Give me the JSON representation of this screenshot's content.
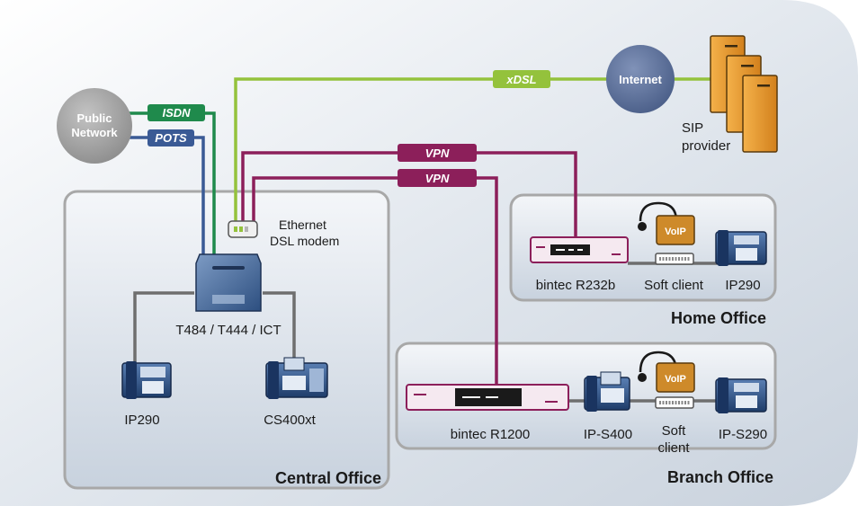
{
  "clouds": {
    "public_network": [
      "Public",
      "Network"
    ],
    "internet": "Internet"
  },
  "links": {
    "isdn": "ISDN",
    "pots": "POTS",
    "xdsl": "xDSL",
    "vpn_home": "VPN",
    "vpn_branch": "VPN"
  },
  "devices": {
    "sip_provider": [
      "SIP",
      "provider"
    ],
    "dsl_modem": [
      "Ethernet",
      "DSL modem"
    ],
    "central_pbx": "T484 / T444 / ICT",
    "central_phone_1": "IP290",
    "central_phone_2": "CS400xt",
    "home_router": "bintec R232b",
    "home_softclient": "Soft client",
    "home_phone": "IP290",
    "branch_router": "bintec R1200",
    "branch_phone_1": "IP-S400",
    "branch_softclient": [
      "Soft",
      "client"
    ],
    "branch_phone_2": "IP-S290",
    "voip_badge": "VoIP"
  },
  "offices": {
    "central": "Central Office",
    "home": "Home Office",
    "branch": "Branch Office"
  },
  "colors": {
    "background": "#d4dce6",
    "isdn": "#1f8a4c",
    "pots": "#3a5a95",
    "xdsl": "#94c23c",
    "vpn": "#8c1f5a",
    "cloud_grey": "#9b9b9b",
    "cloud_blue": "#5b6f98",
    "server": "#e2952a"
  }
}
